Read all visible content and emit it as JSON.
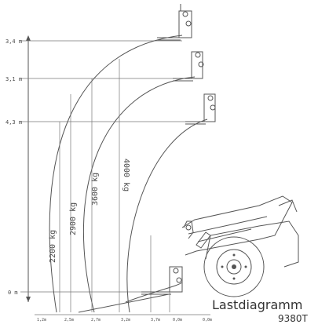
{
  "diagram": {
    "title": "Lastdiagramm",
    "model": "9380T",
    "heights": [
      "3,4 m",
      "3,1 m",
      "4,3 m",
      "0 m"
    ],
    "loads": [
      "2200 kg",
      "2900 kg",
      "3600 kg",
      "4000 kg"
    ],
    "reach": [
      "1,2m",
      "2,5m",
      "2,7m",
      "3,2m",
      "3,7m",
      "0,0m",
      "0,0m"
    ]
  }
}
